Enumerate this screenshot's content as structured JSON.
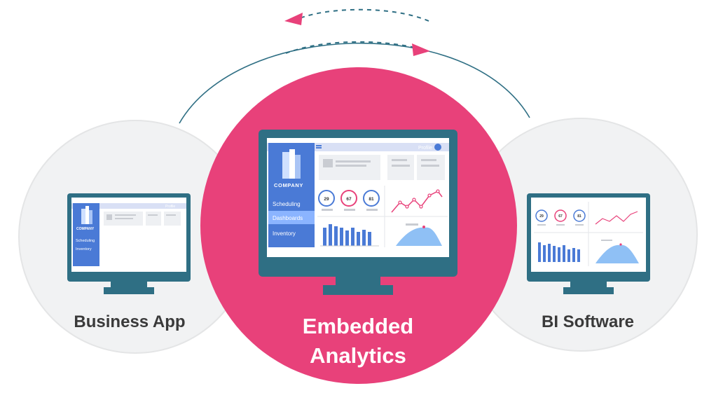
{
  "labels": {
    "business_app": "Business App",
    "embedded_line1": "Embedded",
    "embedded_line2": "Analytics",
    "bi_software": "BI Software"
  },
  "dashboard": {
    "brand": "COMPANY",
    "profile": "Profile",
    "nav": [
      "Scheduling",
      "Dashboards",
      "Inventory"
    ],
    "gauges": [
      "29",
      "67",
      "81"
    ]
  },
  "colors": {
    "center_circle": "#e8417a",
    "side_circle": "#f1f2f3",
    "monitor_frame": "#2f6f84",
    "sidebar": "#4a7ad6",
    "arrow": "#e8417a",
    "arc": "#2f6f84"
  }
}
